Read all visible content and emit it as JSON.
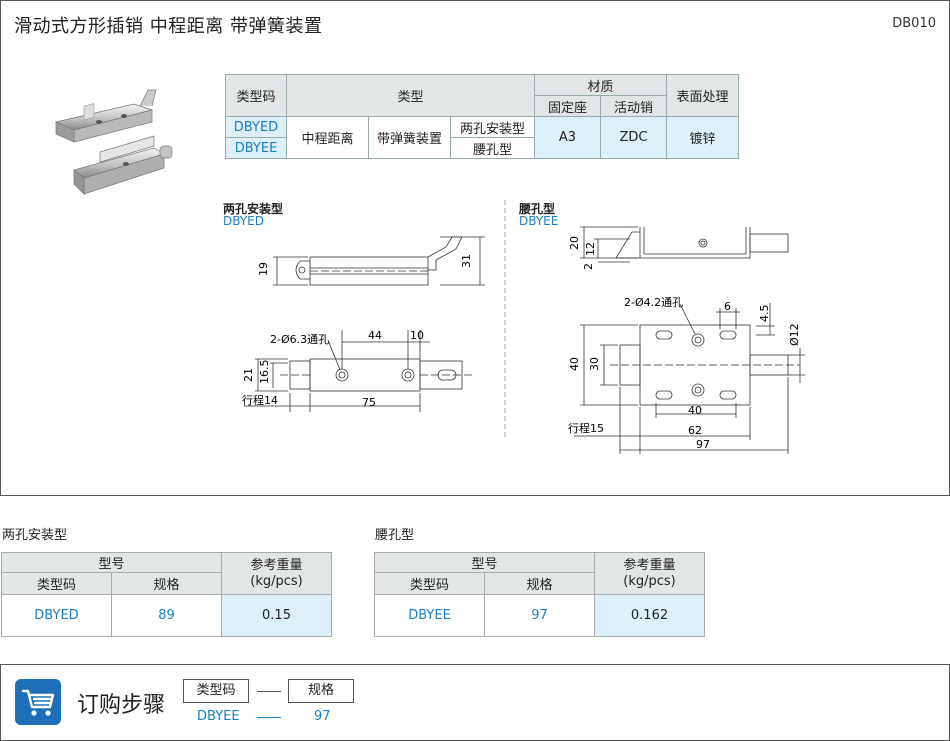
{
  "header": {
    "title": "滑动式方形插销  中程距离  带弹簧装置",
    "code": "DB010"
  },
  "spec_table": {
    "col_type_code": "类型码",
    "col_type": "类型",
    "col_material": "材质",
    "col_fixed_seat": "固定座",
    "col_moving_pin": "活动销",
    "col_surface": "表面处理",
    "row1_code": "DBYED",
    "row2_code": "DBYEE",
    "type_distance": "中程距离",
    "type_spring": "带弹簧装置",
    "type_two_hole": "两孔安装型",
    "type_waist": "腰孔型",
    "fixed_material": "A3",
    "pin_material": "ZDC",
    "surface": "镀锌"
  },
  "drawing_left": {
    "label": "两孔安装型",
    "code": "DBYED",
    "dims": {
      "d19": "19",
      "d31": "31",
      "hole": "2-Ø6.3通孔",
      "d44": "44",
      "d10": "10",
      "d21": "21",
      "d165": "16.5",
      "stroke": "行程14",
      "d75": "75"
    }
  },
  "drawing_right": {
    "label": "腰孔型",
    "code": "DBYEE",
    "dims": {
      "d20": "20",
      "d12": "12",
      "d2": "2",
      "hole": "2-Ø4.2通孔",
      "d6": "6",
      "d45": "4.5",
      "dphi12": "Ø12",
      "d40v": "40",
      "d30": "30",
      "d40": "40",
      "d62": "62",
      "stroke": "行程15",
      "d97": "97"
    }
  },
  "weight_left": {
    "title": "两孔安装型",
    "model": "型号",
    "type_code": "类型码",
    "spec": "规格",
    "weight_line1": "参考重量",
    "weight_line2": "(kg/pcs)",
    "code": "DBYED",
    "spec_value": "89",
    "weight": "0.15"
  },
  "weight_right": {
    "title": "腰孔型",
    "model": "型号",
    "type_code": "类型码",
    "spec": "规格",
    "weight_line1": "参考重量",
    "weight_line2": "(kg/pcs)",
    "code": "DBYEE",
    "spec_value": "97",
    "weight": "0.162"
  },
  "order": {
    "title": "订购步骤",
    "box1": "类型码",
    "box2": "规格",
    "value1": "DBYEE",
    "value2": "97",
    "icon": "shopping-cart-icon",
    "accent": "#1d6fb8"
  }
}
